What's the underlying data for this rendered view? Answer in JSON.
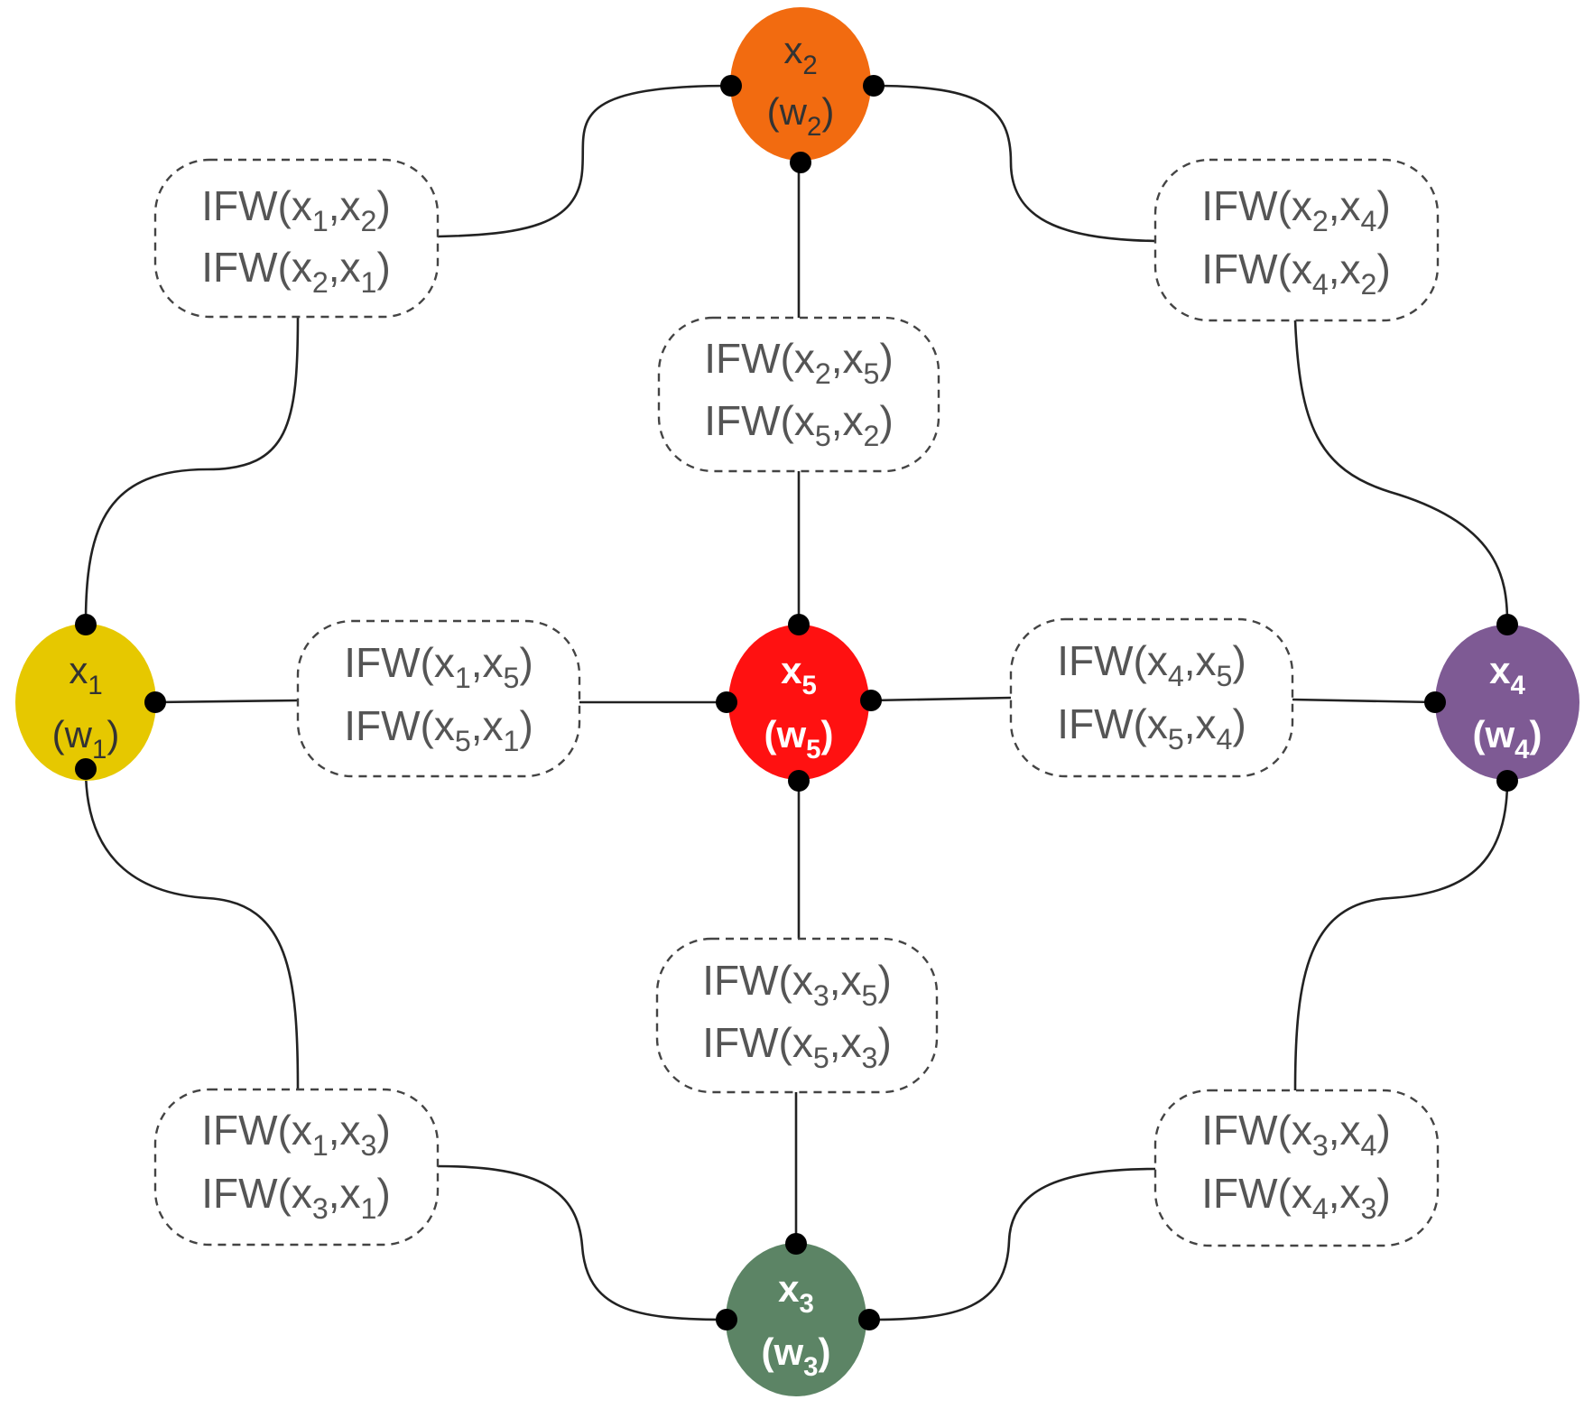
{
  "nodes": [
    {
      "id": "x1",
      "var": "x",
      "var_sub": "1",
      "weight": "w",
      "weight_sub": "1",
      "color": "#E6C800",
      "text_style": "dark"
    },
    {
      "id": "x2",
      "var": "x",
      "var_sub": "2",
      "weight": "w",
      "weight_sub": "2",
      "color": "#F26B10",
      "text_style": "dark"
    },
    {
      "id": "x3",
      "var": "x",
      "var_sub": "3",
      "weight": "w",
      "weight_sub": "3",
      "color": "#5C8465",
      "text_style": "light"
    },
    {
      "id": "x4",
      "var": "x",
      "var_sub": "4",
      "weight": "w",
      "weight_sub": "4",
      "color": "#7E5A94",
      "text_style": "light"
    },
    {
      "id": "x5",
      "var": "x",
      "var_sub": "5",
      "weight": "w",
      "weight_sub": "5",
      "color": "#FF1111",
      "text_style": "light"
    }
  ],
  "edges": [
    {
      "id": "e12",
      "line1": {
        "prefix": "IFW(x",
        "a": "1",
        "mid": ",x",
        "b": "2",
        "suffix": ")"
      },
      "line2": {
        "prefix": "IFW(x",
        "a": "2",
        "mid": ",x",
        "b": "1",
        "suffix": ")"
      }
    },
    {
      "id": "e24",
      "line1": {
        "prefix": "IFW(x",
        "a": "2",
        "mid": ",x",
        "b": "4",
        "suffix": ")"
      },
      "line2": {
        "prefix": "IFW(x",
        "a": "4",
        "mid": ",x",
        "b": "2",
        "suffix": ")"
      }
    },
    {
      "id": "e25",
      "line1": {
        "prefix": "IFW(x",
        "a": "2",
        "mid": ",x",
        "b": "5",
        "suffix": ")"
      },
      "line2": {
        "prefix": "IFW(x",
        "a": "5",
        "mid": ",x",
        "b": "2",
        "suffix": ")"
      }
    },
    {
      "id": "e15",
      "line1": {
        "prefix": "IFW(x",
        "a": "1",
        "mid": ",x",
        "b": "5",
        "suffix": ")"
      },
      "line2": {
        "prefix": "IFW(x",
        "a": "5",
        "mid": ",x",
        "b": "1",
        "suffix": ")"
      }
    },
    {
      "id": "e45",
      "line1": {
        "prefix": "IFW(x",
        "a": "4",
        "mid": ",x",
        "b": "5",
        "suffix": ")"
      },
      "line2": {
        "prefix": "IFW(x",
        "a": "5",
        "mid": ",x",
        "b": "4",
        "suffix": ")"
      }
    },
    {
      "id": "e35",
      "line1": {
        "prefix": "IFW(x",
        "a": "3",
        "mid": ",x",
        "b": "5",
        "suffix": ")"
      },
      "line2": {
        "prefix": "IFW(x",
        "a": "5",
        "mid": ",x",
        "b": "3",
        "suffix": ")"
      }
    },
    {
      "id": "e13",
      "line1": {
        "prefix": "IFW(x",
        "a": "1",
        "mid": ",x",
        "b": "3",
        "suffix": ")"
      },
      "line2": {
        "prefix": "IFW(x",
        "a": "3",
        "mid": ",x",
        "b": "1",
        "suffix": ")"
      }
    },
    {
      "id": "e34",
      "line1": {
        "prefix": "IFW(x",
        "a": "3",
        "mid": ",x",
        "b": "4",
        "suffix": ")"
      },
      "line2": {
        "prefix": "IFW(x",
        "a": "4",
        "mid": ",x",
        "b": "3",
        "suffix": ")"
      }
    }
  ]
}
